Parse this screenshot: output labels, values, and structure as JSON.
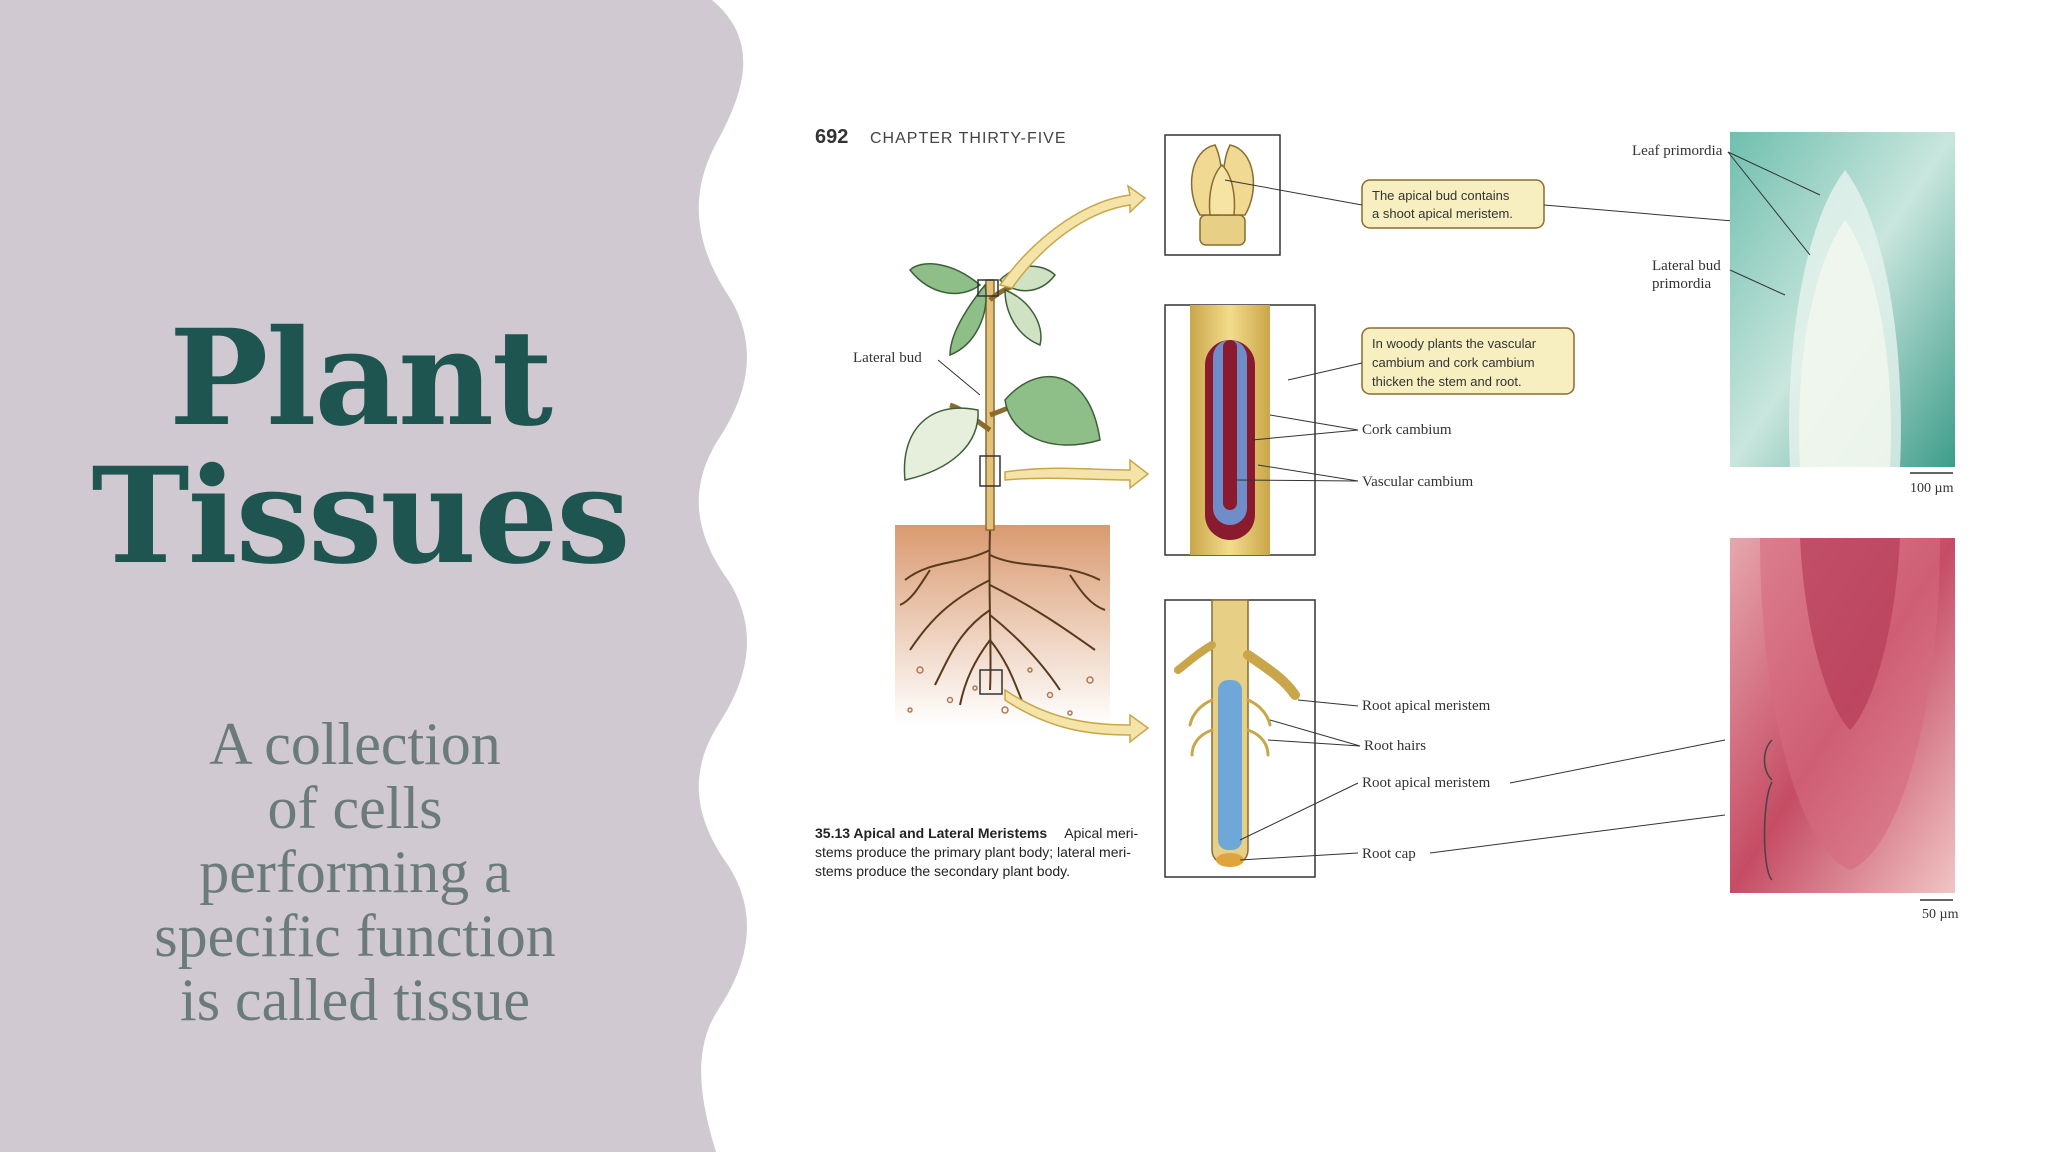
{
  "slide": {
    "title_line1": "Plant",
    "title_line2": "Tissues",
    "subtitle_lines": [
      "A collection",
      "of cells",
      "performing a",
      "specific function",
      "is called tissue"
    ]
  },
  "colors": {
    "panel": "#d0c9d1",
    "title": "#1f5551",
    "subtitle": "#6b7b7a",
    "callout_fill": "#f7efc0",
    "arrow_fill": "#f5e4a8"
  },
  "figure": {
    "page_number": "692",
    "chapter": "CHAPTER THIRTY-FIVE",
    "labels": {
      "lateral_bud": "Lateral bud",
      "leaf_primordia": "Leaf primordia",
      "lateral_bud_primordia_1": "Lateral bud",
      "lateral_bud_primordia_2": "primordia",
      "cork_cambium": "Cork cambium",
      "vascular_cambium": "Vascular cambium",
      "root_apical_meristem_a": "Root apical meristem",
      "root_hairs": "Root hairs",
      "root_apical_meristem_b": "Root apical meristem",
      "root_cap": "Root cap"
    },
    "callouts": {
      "apical_bud": [
        "The apical bud contains",
        "a shoot apical meristem."
      ],
      "woody": [
        "In woody plants the vascular",
        "cambium and cork cambium",
        "thicken the stem and root."
      ]
    },
    "scale_bars": {
      "top": "100 µm",
      "bottom": "50 µm"
    },
    "caption": {
      "number_title": "35.13  Apical and Lateral Meristems",
      "line1_rest": "Apical meri-",
      "line2": "stems produce the primary plant body; lateral meri-",
      "line3": "stems produce the secondary plant body."
    }
  }
}
